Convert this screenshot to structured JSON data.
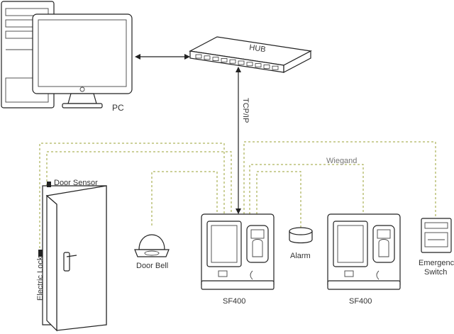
{
  "labels": {
    "pc": "PC",
    "hub": "HUB",
    "tcpip": "TCP/IP",
    "wiegand": "Wiegand",
    "door_sensor": "Door Sensor",
    "electric_lock": "Electric Lock",
    "door_bell": "Door Bell",
    "alarm": "Alarm",
    "device_1": "SF400",
    "device_2": "SF400",
    "emergency_switch_line1": "Emergency",
    "emergency_switch_line2": "Switch"
  },
  "colors": {
    "wiring": "#9aa033",
    "outline": "#222222"
  }
}
